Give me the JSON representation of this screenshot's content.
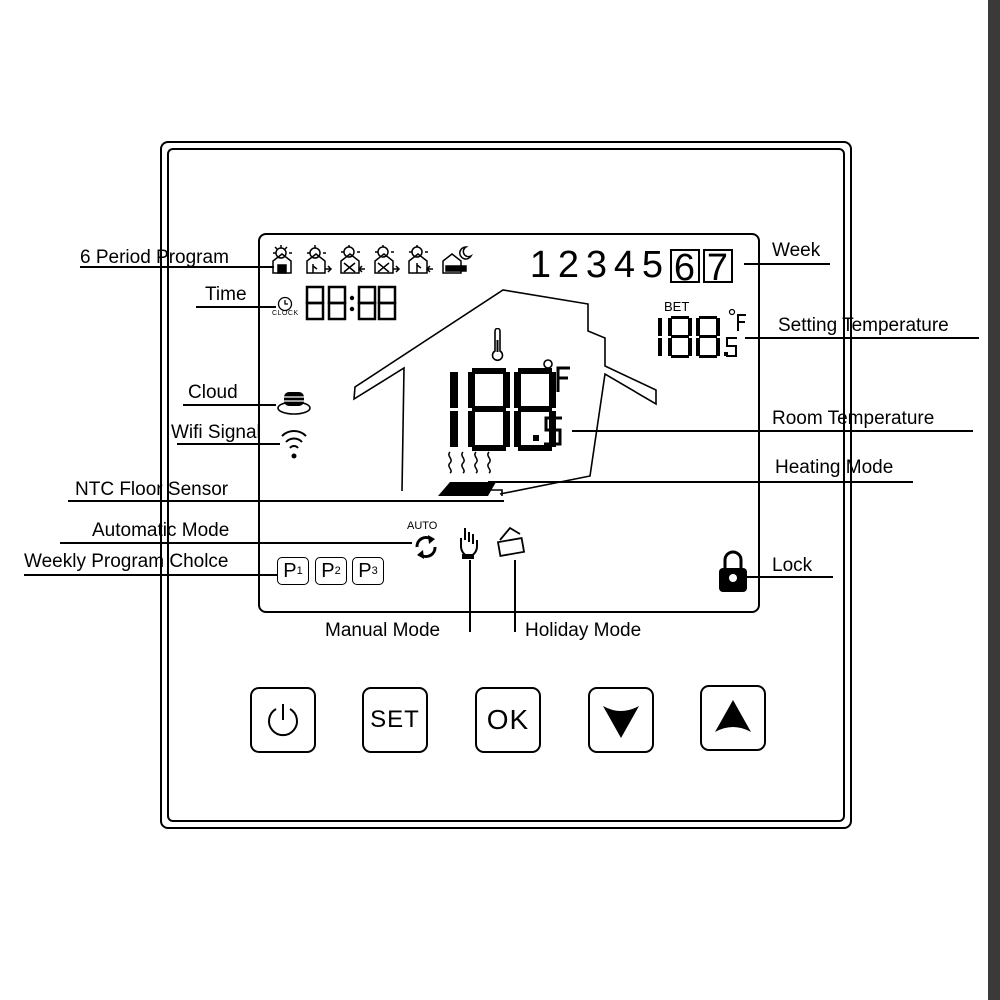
{
  "labels": {
    "period_program": "6 Period Program",
    "time": "Time",
    "cloud": "Cloud",
    "wifi_signal": "Wifi Signal",
    "ntc_floor_sensor": "NTC Floor Sensor",
    "automatic_mode": "Automatic Mode",
    "weekly_program_choice": "Weekly Program Cholce",
    "manual_mode": "Manual Mode",
    "holiday_mode": "Holiday Mode",
    "week": "Week",
    "setting_temperature": "Setting Temperature",
    "room_temperature": "Room Temperature",
    "heating_mode": "Heating Mode",
    "lock": "Lock"
  },
  "lcd": {
    "week_days": [
      "1",
      "2",
      "3",
      "4",
      "5"
    ],
    "week_days_boxed": [
      "6",
      "7"
    ],
    "clock_label": "CLOCK",
    "time_display": "88:88",
    "set_label": "BET",
    "set_temp": "188",
    "set_temp_decimal": ".5",
    "set_unit": "°F",
    "room_temp": "188",
    "room_temp_decimal": ".5",
    "room_unit": "°F",
    "auto_label": "AUTO",
    "programs": [
      {
        "letter": "P",
        "num": "1"
      },
      {
        "letter": "P",
        "num": "2"
      },
      {
        "letter": "P",
        "num": "3"
      }
    ],
    "period_icons": [
      "wake-icon",
      "leave-icon",
      "return-icon",
      "leave-icon",
      "return-icon",
      "sleep-icon"
    ]
  },
  "buttons": {
    "power": "power-icon",
    "set": "SET",
    "ok": "OK",
    "down": "down-arrow-icon",
    "up": "up-arrow-icon"
  }
}
